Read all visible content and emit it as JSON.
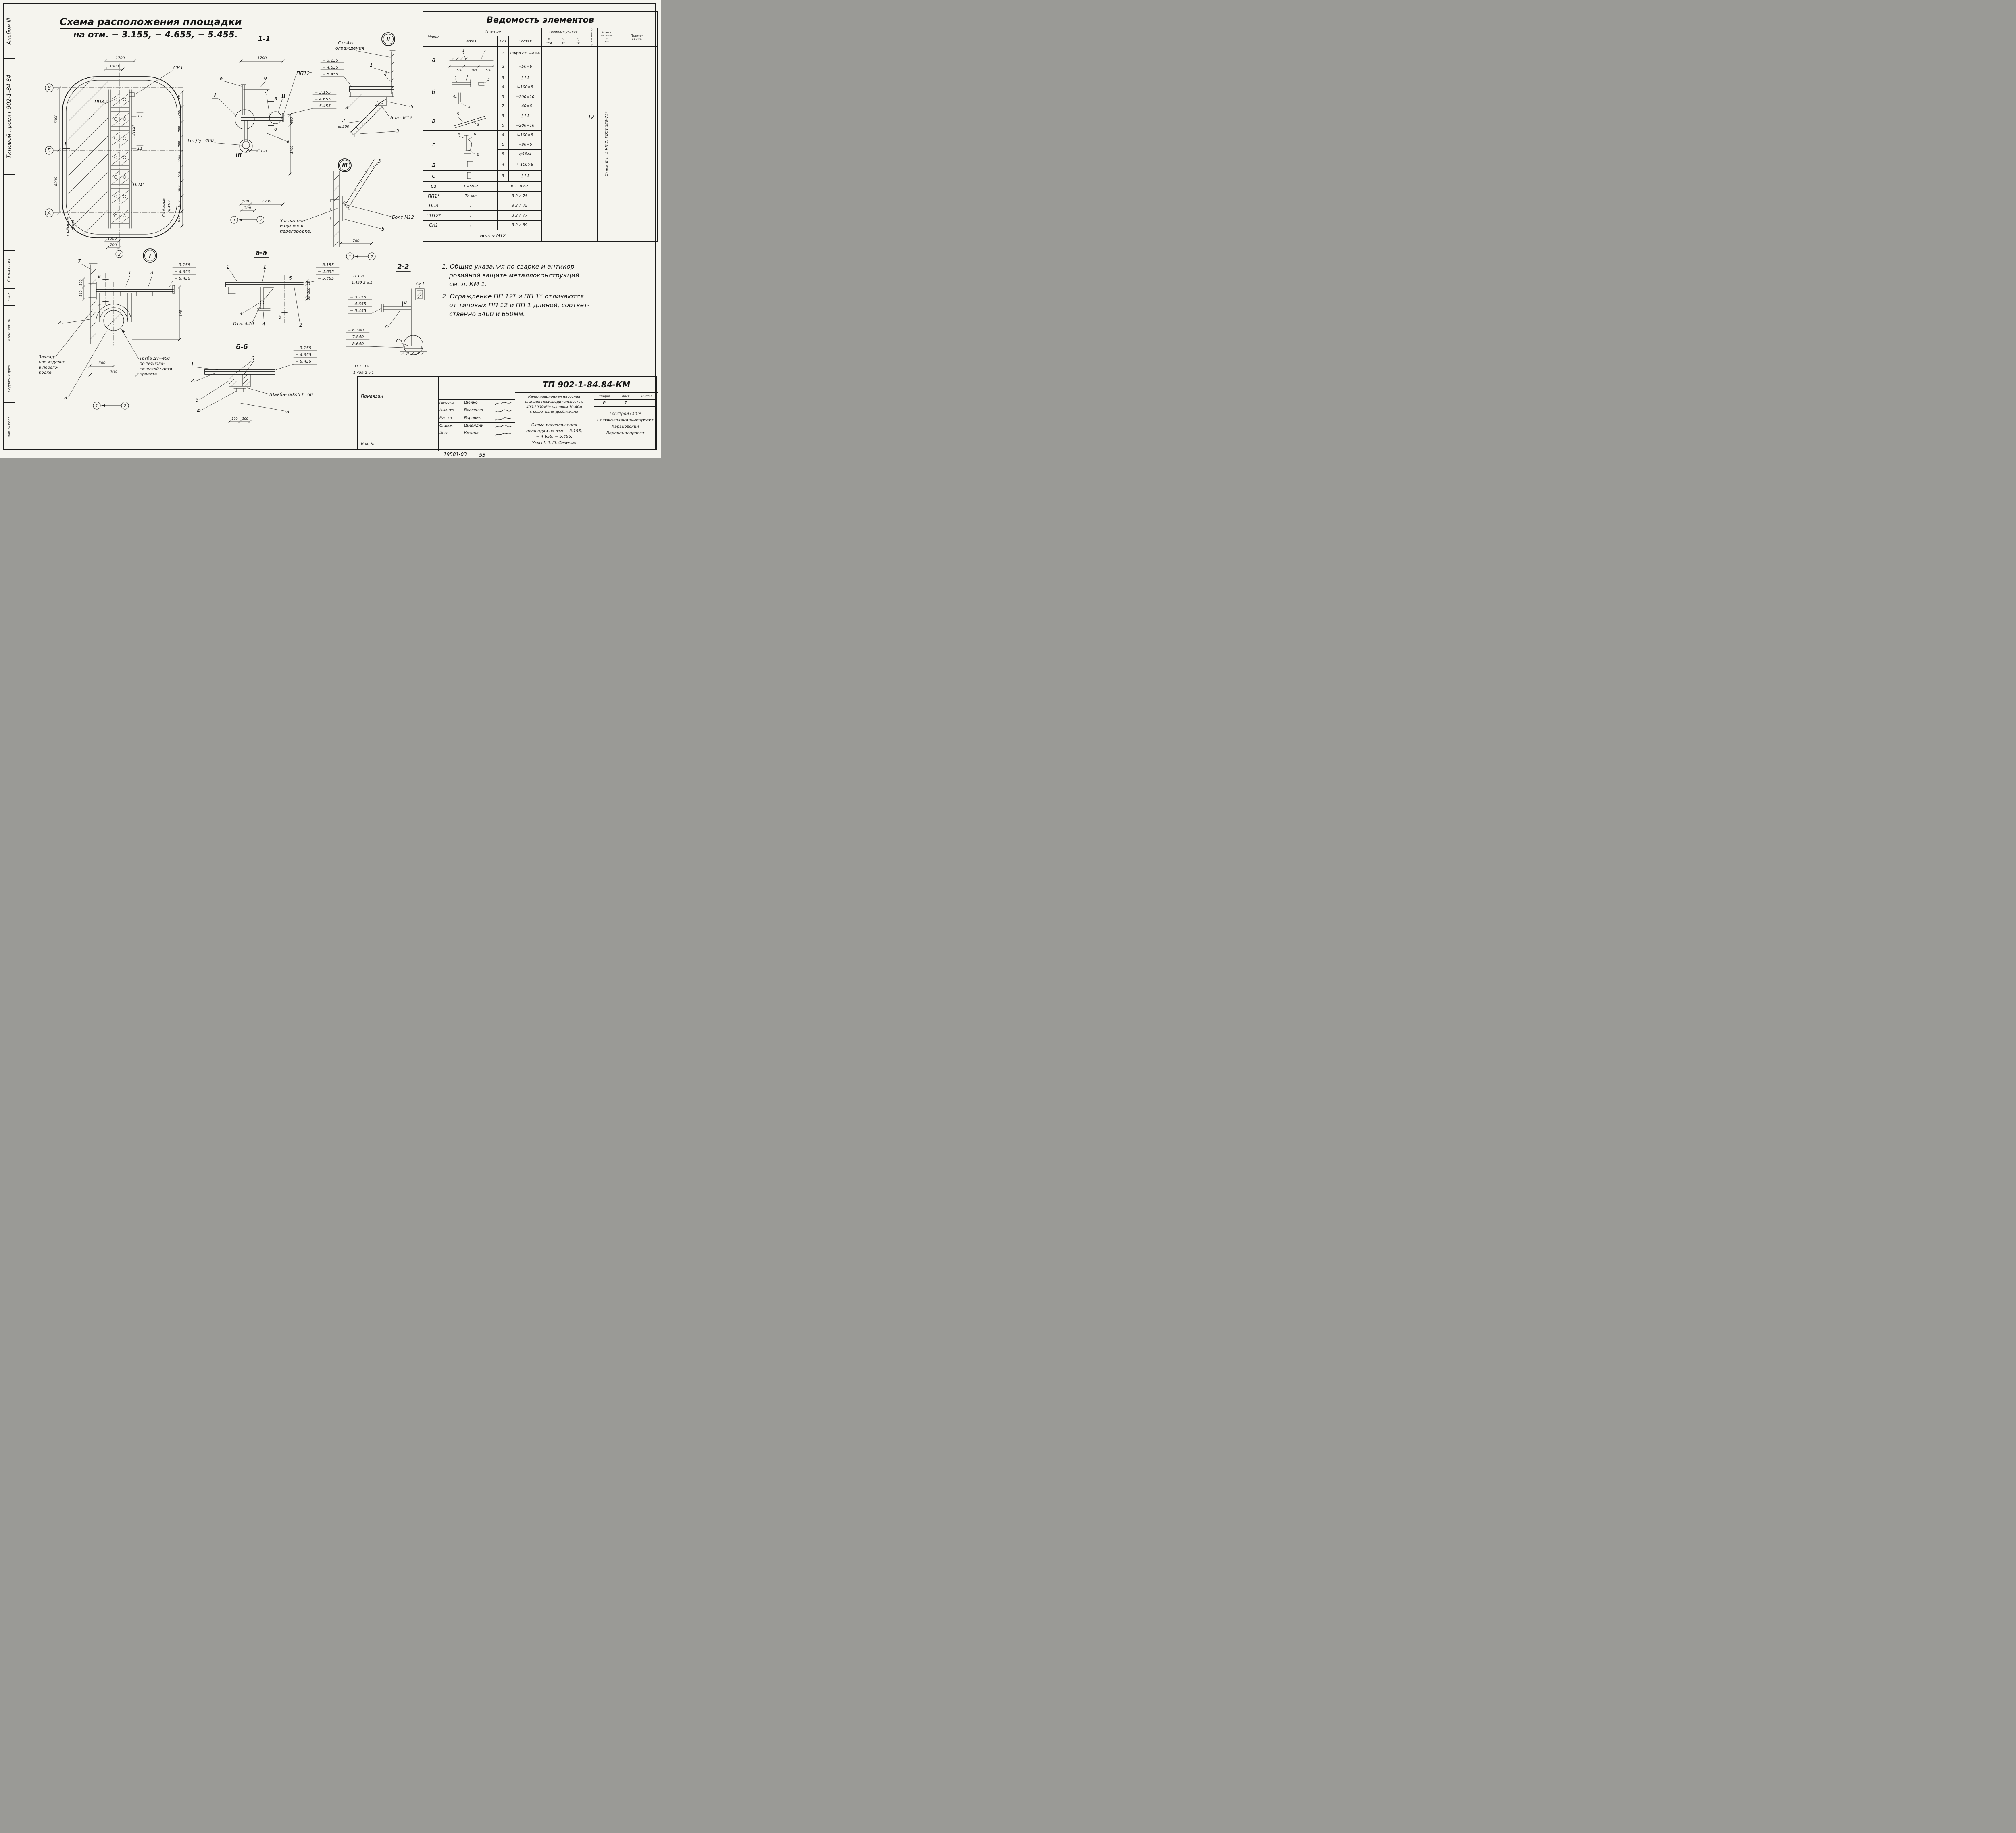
{
  "doc": {
    "number": "ТП 902-1-84.84-КМ",
    "footer_code": "19581-03",
    "footer_page": "53"
  },
  "sidebar": {
    "album": "Альбом III",
    "project": "Типовой проект  902-1-84.84",
    "agreed": "Согласовано",
    "vnk": "Внк-2",
    "vzam": "Взам. инв. №",
    "podpis": "Подпись и дата",
    "inv": "Инв. № подл."
  },
  "title": {
    "line1": "Схема расположения площадки",
    "line2": "на отм. − 3.155, − 4.655, − 5.455."
  },
  "elev": {
    "e1": "− 3.155",
    "e2": "− 4.655",
    "e3": "− 5.455"
  },
  "elev2": {
    "e1": "− 6.340",
    "e2": "− 7.840",
    "e3": "− 8.640"
  },
  "plan": {
    "grid_v": "В",
    "grid_b": "Б",
    "grid_a": "А",
    "d1700": "1700",
    "d1000t": "1000",
    "d6000a": "6000",
    "d6000b": "6000",
    "dr": [
      "1920",
      "1200",
      "900",
      "900",
      "1200",
      "950",
      "1000",
      "1250",
      "1000"
    ],
    "d1000b": "1000",
    "d700b": "700",
    "sk1": "СК1",
    "pp3": "ППЗ",
    "pp12": "ПП12*",
    "pp1": "ПП1*",
    "m12": "12",
    "m11": "11",
    "panels1": "Съёмные",
    "panels2": "щиты",
    "cut1": "1",
    "axis2": "2"
  },
  "s11": {
    "title": "1-1",
    "d1700": "1700",
    "d650": "650",
    "d1700v": "1700",
    "d130": "130",
    "d500": "500",
    "d1200": "1200",
    "d700": "700",
    "pp12": "ПП12*",
    "tr": "Тр. Ду=400",
    "le": "е",
    "l9": "9",
    "l2": "2",
    "la": "а",
    "lb": "б",
    "lv": "в",
    "r1": "I",
    "r2": "II",
    "r3": "III",
    "ax1": "1",
    "ax2": "2"
  },
  "d2": {
    "title": "II",
    "stoyka1": "Стойка",
    "stoyka2": "ограждения",
    "l1": "1",
    "l4": "4",
    "l3a": "3",
    "l5": "5",
    "bolt": "Болт М12",
    "l2": "2",
    "sh": "ш.500",
    "l3b": "3"
  },
  "d3": {
    "title": "III",
    "l3": "3",
    "l5": "5",
    "bolt": "Болт М12",
    "z1": "Закладное",
    "z2": "изделие в",
    "z3": "перегородке.",
    "d700": "700",
    "ax1": "1",
    "ax2": "2"
  },
  "d1": {
    "title": "I",
    "l7": "7",
    "l1": "1",
    "l3": "3",
    "l4": "4",
    "l8": "8",
    "la": "а",
    "la2": "а",
    "d100": "100",
    "d140": "140",
    "d500": "500",
    "d700": "700",
    "d646": "646",
    "z1": "Заклад-",
    "z2": "ное изделие",
    "z3": "в перего-",
    "z4": "родке",
    "t1": "Труба Ду=400",
    "t2": "по техноло-",
    "t3": "гической части",
    "t4": "проекта",
    "ax1": "1",
    "ax2": "2"
  },
  "saa": {
    "title": "а-а",
    "l2a": "2",
    "l1": "1",
    "lb1": "б",
    "l3": "3",
    "otv": "Отв. ф20",
    "l4": "4",
    "lb2": "б",
    "l2b": "2",
    "d10": "10",
    "d100": "100",
    "d30": "30"
  },
  "sbb": {
    "title": "б-б",
    "l1": "1",
    "l2": "2",
    "l3": "3",
    "l4": "4",
    "l6": "6",
    "l8": "8",
    "shayba": "Шайба- 60×5 ℓ=60",
    "d100a": "100",
    "d100b": "100"
  },
  "s22": {
    "title": "2-2",
    "pt8a": "П.Т 8",
    "pt8b": "1.459-2 в.1",
    "sk1": "Ск1",
    "la": "а",
    "lb": "б",
    "sz": "Сз",
    "pt19a": "П.Т. 19",
    "pt19b": "1.459-2 в.1"
  },
  "table": {
    "title": "Ведомость элементов",
    "h": {
      "marka": "Марка",
      "sechenie": "Сечение",
      "eskiz": "Эскиз",
      "poz": "Поз",
      "sostav": "Состав",
      "usiliya": "Опорные усилия",
      "m1": "М",
      "m2": "тсм",
      "v1": "V",
      "v2": "тс",
      "q1": "Q",
      "q2": "тс",
      "gruppa": "Группа констр.",
      "met1": "Марка",
      "met2": "металла",
      "met3": "и",
      "met4": "гост",
      "prim1": "Приме-",
      "prim2": "чание"
    },
    "gruppa_value": "IV",
    "metall_value": "Сталь   В ст 3 КП 2,   ГОСТ 380-71*",
    "marks": {
      "a": "а",
      "b": "б",
      "v": "в",
      "g": "г",
      "d": "д",
      "e": "е",
      "sz": "Сз",
      "pp1": "ПП1*",
      "pp3": "ППЗ",
      "pp12": "ПП12*",
      "sk1": "СК1"
    },
    "pos": {
      "a1": "1",
      "a1s": "Рифл ст. −δ=4",
      "a2": "2",
      "a2s": "−50×6",
      "b3": "3",
      "b3s": "[ 14",
      "b4": "4",
      "b4s": "∟100×8",
      "b5": "5",
      "b5s": "−200×10",
      "b7": "7",
      "b7s": "−40×6",
      "v3": "3",
      "v3s": "[ 14",
      "v5": "5",
      "v5s": "−200×10",
      "g4": "4",
      "g4s": "∟100×8",
      "g6": "6",
      "g6s": "−90×6",
      "g8": "8",
      "g8s": "ф18АI",
      "d4": "4",
      "d4s": "∟100×8",
      "e3": "3",
      "e3s": "[ 14"
    },
    "refs": {
      "sz1": "1 459-2",
      "sz2": "В 1. п.62",
      "pp1a": "То же",
      "pp1b": "В 2 л 75",
      "pp3a": "„",
      "pp3b": "В 2 л 75",
      "pp12a": "„",
      "pp12b": "В 2 л 77",
      "sk1a": "„",
      "sk1b": "В 2 л 89",
      "bolts": "Болты М12"
    },
    "sk": {
      "a1": "1",
      "a2": "2",
      "a500a": "500",
      "a500b": "500",
      "a500c": "500",
      "b7": "7",
      "b3": "3",
      "b4": "4",
      "b4b": "4",
      "b5": "5",
      "v5": "5",
      "v3": "3",
      "g4": "4",
      "g6": "6",
      "g8": "8"
    }
  },
  "notes": {
    "n1a": "1. Общие указания по сварке и антикор-",
    "n1b": "розийной защите металлоконструкций",
    "n1c": "см. л. КМ 1.",
    "n2a": "2. Ограждение ПП 12*  и  ПП 1*  отличаются",
    "n2b": "от типовых ПП 12 и ПП 1 длиной, соответ-",
    "n2c": "ственно 5400 и 650мм."
  },
  "tb": {
    "privyazan": "Привязан",
    "inv": "Инв. №",
    "r1a": "Нач.отд.",
    "r1b": "Шейко",
    "r2a": "Н.контр.",
    "r2b": "Власенко",
    "r3a": "Рук. гр.",
    "r3b": "Боровик",
    "r4a": "Ст.инж.",
    "r4b": "Шмандий",
    "r5a": "Инж.",
    "r5b": "Козина",
    "o1": "Канализационная насосная",
    "o2": "станция производительностью",
    "o3": "400-2000м³/ч напором 30-40м",
    "o4": "с решётками-дробилками",
    "s1": "Схема расположения",
    "s2": "площадки на отм − 3.155,",
    "s3": "− 4.655, − 5.455.",
    "s4": "Узлы I, II, III. Сечения",
    "stage_h": "стадия",
    "list_h": "Лист",
    "listov_h": "Листов",
    "stage": "Р",
    "list": "7",
    "org1": "Госстрой СССР",
    "org2": "Союзводоканалниипроект",
    "org3": "Харьковский",
    "org4": "Водоканалпроект"
  }
}
